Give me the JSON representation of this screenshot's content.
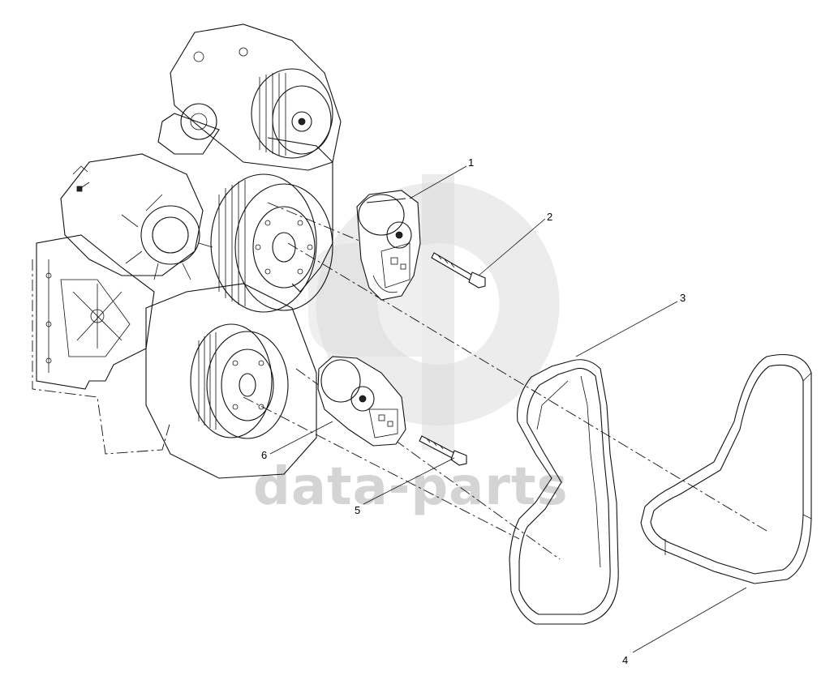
{
  "diagram": {
    "callouts": [
      {
        "id": "1",
        "label": "1"
      },
      {
        "id": "2",
        "label": "2"
      },
      {
        "id": "3",
        "label": "3"
      },
      {
        "id": "4",
        "label": "4"
      },
      {
        "id": "5",
        "label": "5"
      },
      {
        "id": "6",
        "label": "6"
      }
    ]
  },
  "watermark": {
    "text": "data-parts",
    "color": "#d4d4d4"
  },
  "colors": {
    "line": "#111111",
    "background": "#ffffff"
  }
}
